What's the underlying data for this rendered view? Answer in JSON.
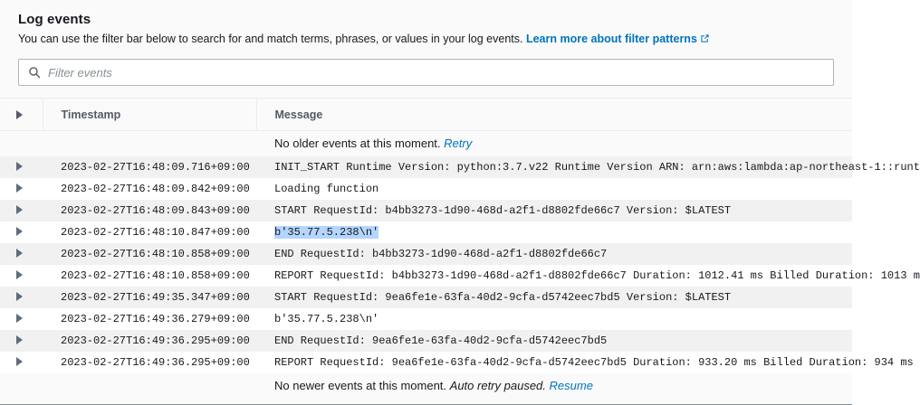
{
  "header": {
    "title": "Log events",
    "description_prefix": "You can use the filter bar below to search for and match terms, phrases, or values in your log events.",
    "learn_more_label": "Learn more about filter patterns",
    "external_link_icon": "external-link-icon"
  },
  "filter": {
    "icon": "search-icon",
    "placeholder": "Filter events",
    "value": ""
  },
  "table": {
    "expand_all_icon": "caret-right-icon",
    "columns": {
      "timestamp": "Timestamp",
      "message": "Message"
    },
    "top_note": {
      "text": "No older events at this moment.",
      "link": "Retry"
    },
    "bottom_note": {
      "text": "No newer events at this moment.",
      "status": "Auto retry paused.",
      "link": "Resume"
    },
    "rows": [
      {
        "timestamp": "2023-02-27T16:48:09.716+09:00",
        "message": "INIT_START Runtime Version: python:3.7.v22 Runtime Version ARN: arn:aws:lambda:ap-northeast-1::runt",
        "stripe": true,
        "selected": false
      },
      {
        "timestamp": "2023-02-27T16:48:09.842+09:00",
        "message": "Loading function",
        "stripe": false,
        "selected": false
      },
      {
        "timestamp": "2023-02-27T16:48:09.843+09:00",
        "message": "START RequestId: b4bb3273-1d90-468d-a2f1-d8802fde66c7 Version: $LATEST",
        "stripe": true,
        "selected": false
      },
      {
        "timestamp": "2023-02-27T16:48:10.847+09:00",
        "message": "b'35.77.5.238\\n'",
        "stripe": false,
        "selected": true
      },
      {
        "timestamp": "2023-02-27T16:48:10.858+09:00",
        "message": "END RequestId: b4bb3273-1d90-468d-a2f1-d8802fde66c7",
        "stripe": true,
        "selected": false
      },
      {
        "timestamp": "2023-02-27T16:48:10.858+09:00",
        "message": "REPORT RequestId: b4bb3273-1d90-468d-a2f1-d8802fde66c7 Duration: 1012.41 ms Billed Duration: 1013 m",
        "stripe": false,
        "selected": false
      },
      {
        "timestamp": "2023-02-27T16:49:35.347+09:00",
        "message": "START RequestId: 9ea6fe1e-63fa-40d2-9cfa-d5742eec7bd5 Version: $LATEST",
        "stripe": true,
        "selected": false
      },
      {
        "timestamp": "2023-02-27T16:49:36.279+09:00",
        "message": "b'35.77.5.238\\n'",
        "stripe": false,
        "selected": false
      },
      {
        "timestamp": "2023-02-27T16:49:36.295+09:00",
        "message": "END RequestId: 9ea6fe1e-63fa-40d2-9cfa-d5742eec7bd5",
        "stripe": true,
        "selected": false
      },
      {
        "timestamp": "2023-02-27T16:49:36.295+09:00",
        "message": "REPORT RequestId: 9ea6fe1e-63fa-40d2-9cfa-d5742eec7bd5 Duration: 933.20 ms Billed Duration: 934 ms",
        "stripe": false,
        "selected": false
      }
    ]
  },
  "colors": {
    "link": "#0073bb",
    "stripe": "#f1f1f1",
    "panel_bg": "#fafafa",
    "selection": "#b4d5fe",
    "header_text": "#545b64"
  }
}
